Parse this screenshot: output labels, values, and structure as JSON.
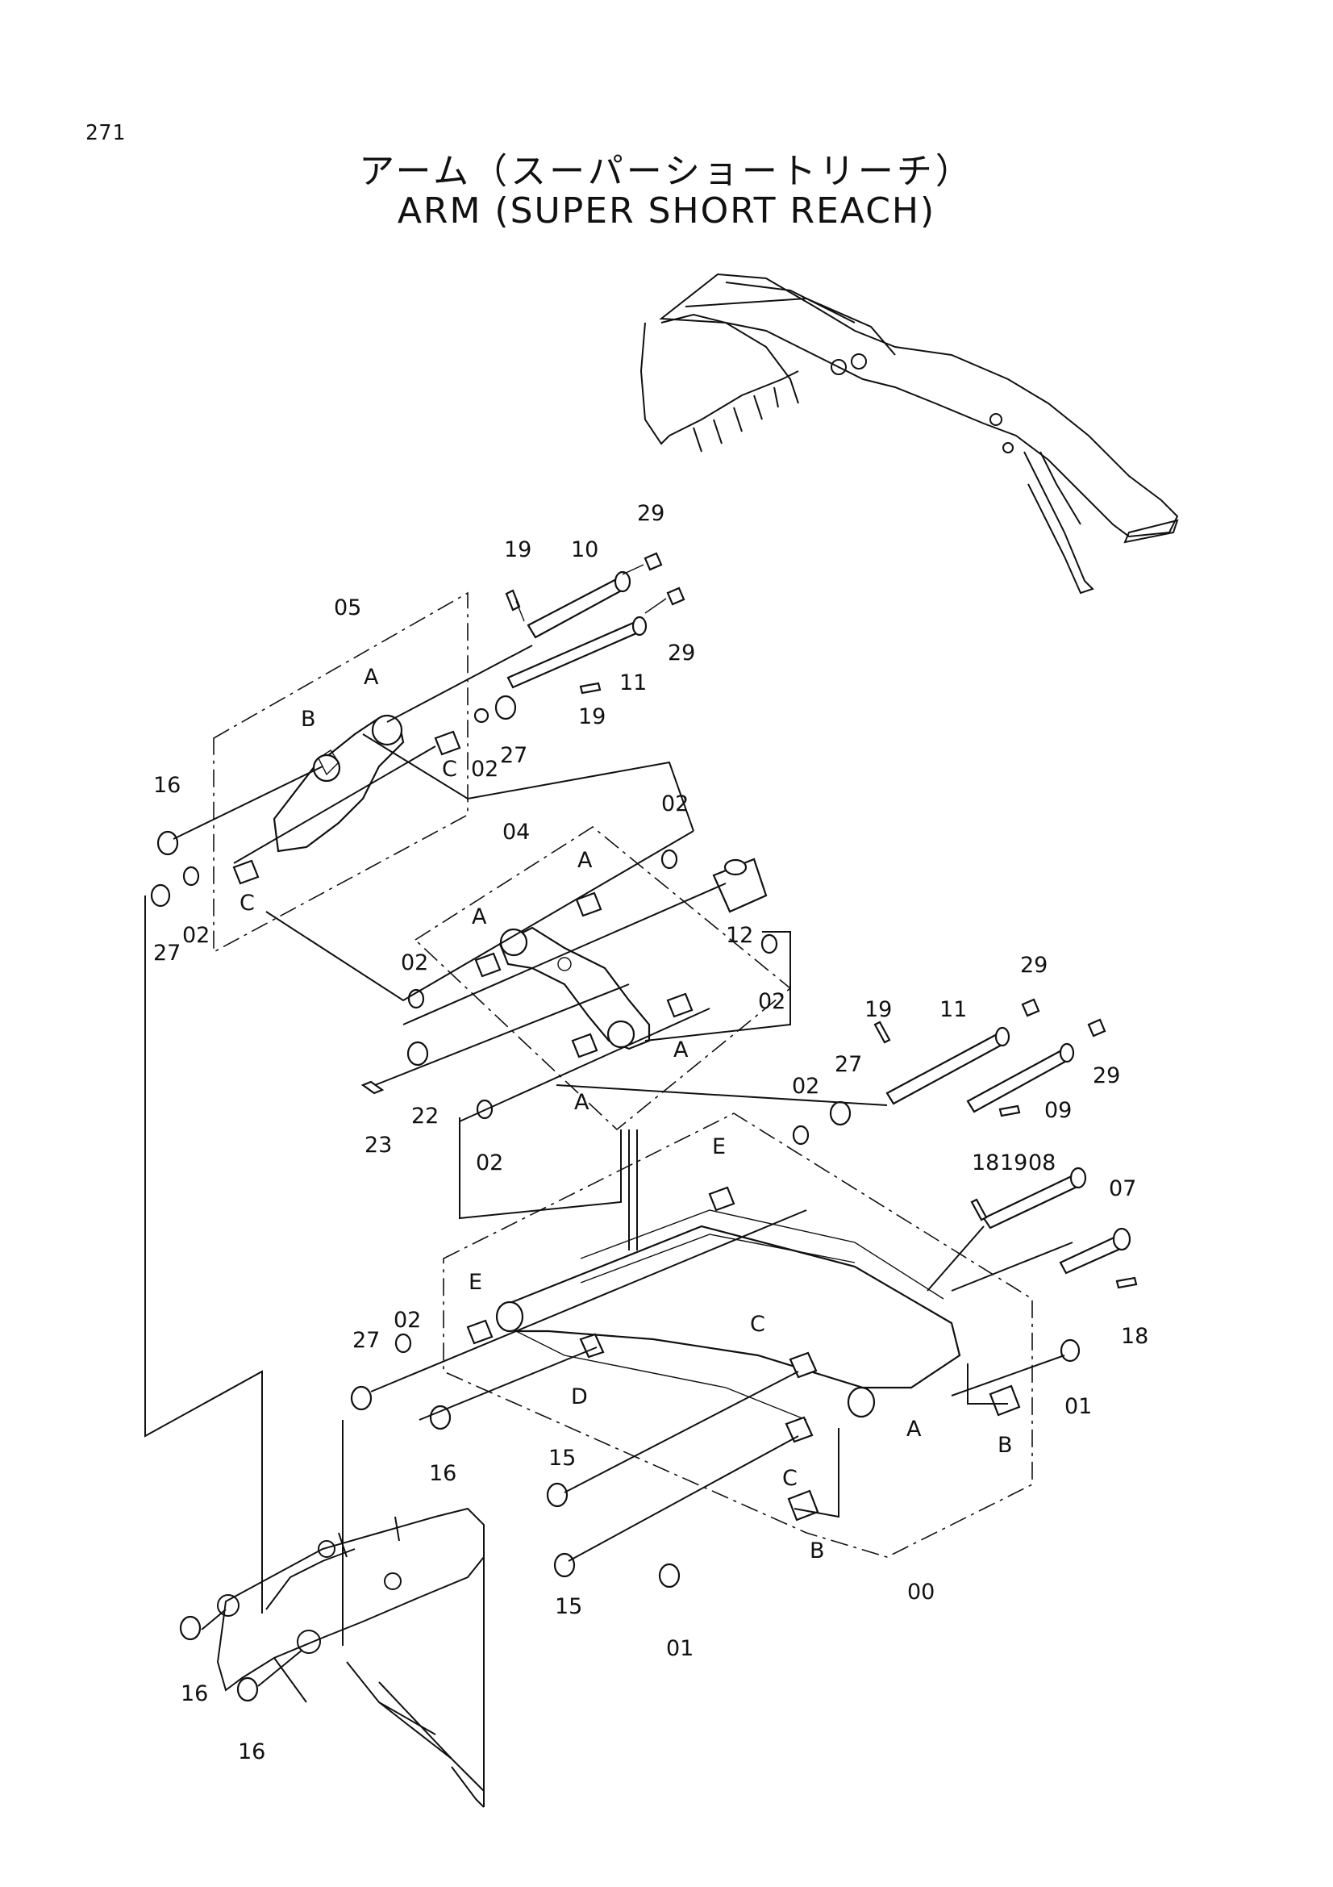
{
  "page_number": "271",
  "title_jp": "アーム（スーパーショートリーチ）",
  "title_en": "ARM (SUPER SHORT REACH)",
  "callouts": {
    "p00": "00",
    "p01a": "01",
    "p01b": "01",
    "p02a": "02",
    "p02b": "02",
    "p02c": "02",
    "p02d": "02",
    "p02e": "02",
    "p02f": "02",
    "p02g": "02",
    "p02h": "02",
    "p04": "04",
    "p05": "05",
    "p07": "07",
    "p08": "08",
    "p09": "09",
    "p10": "10",
    "p11a": "11",
    "p11b": "11",
    "p12": "12",
    "p15a": "15",
    "p15b": "15",
    "p16a": "16",
    "p16b": "16",
    "p16c": "16",
    "p16d": "16",
    "p18a": "18",
    "p18b": "18",
    "p19a": "19",
    "p19b": "19",
    "p19c": "19",
    "p19d": "19",
    "p22": "22",
    "p23": "23",
    "p27a": "27",
    "p27b": "27",
    "p27c": "27",
    "p27d": "27",
    "p29a": "29",
    "p29b": "29",
    "p29c": "29",
    "p29d": "29"
  },
  "letters": {
    "A1": "A",
    "A2": "A",
    "A3": "A",
    "A4": "A",
    "A5": "A",
    "A6": "A",
    "B1": "B",
    "B2": "B",
    "B3": "B",
    "C1": "C",
    "C2": "C",
    "C3": "C",
    "C4": "C",
    "D1": "D",
    "E1": "E",
    "E2": "E"
  }
}
